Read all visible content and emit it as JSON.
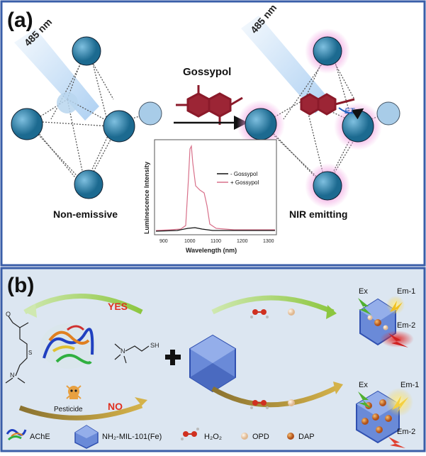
{
  "panel_a": {
    "label": "(a)",
    "laser_left": "485 nm",
    "laser_right": "485 nm",
    "arrow_label": "Gossypol",
    "left_caption": "Non-emissive",
    "right_caption": "NIR emitting",
    "et_label": "ET",
    "inset": {
      "ylabel": "Luminescence Intensity",
      "xlabel": "Wavelength (nm)",
      "xticks": [
        "900",
        "1000",
        "1100",
        "1200",
        "1300"
      ],
      "legend": [
        {
          "label": "- Gossypol",
          "color": "#111111"
        },
        {
          "label": "+ Gossypol",
          "color": "#d8708a"
        }
      ]
    }
  },
  "panel_b": {
    "label": "(b)",
    "yes_label": "YES",
    "no_label": "NO",
    "pesticide_label": "Pesticide",
    "thiol_label": "SH",
    "ex_top": "Ex",
    "em1_top": "Em-1",
    "em2_top": "Em-2",
    "ex_bottom": "Ex",
    "em1_bottom": "Em-1",
    "em2_bottom": "Em-2",
    "legend": [
      {
        "icon": "ache-icon",
        "label": "AChE"
      },
      {
        "icon": "mof-icon",
        "label": "NH₂-MIL-101(Fe)"
      },
      {
        "icon": "h2o2-icon",
        "label": "H₂O₂"
      },
      {
        "icon": "opd-icon",
        "label": "OPD"
      },
      {
        "icon": "dap-icon",
        "label": "DAP"
      }
    ]
  },
  "colors": {
    "frame": "#3a5ea8",
    "panel_b_bg": "#dce6f1",
    "cluster": "#2a7ea8",
    "glow": "#e890d8",
    "gossypol": "#8b1a2a",
    "yes": "#e03020",
    "no": "#e03020"
  }
}
